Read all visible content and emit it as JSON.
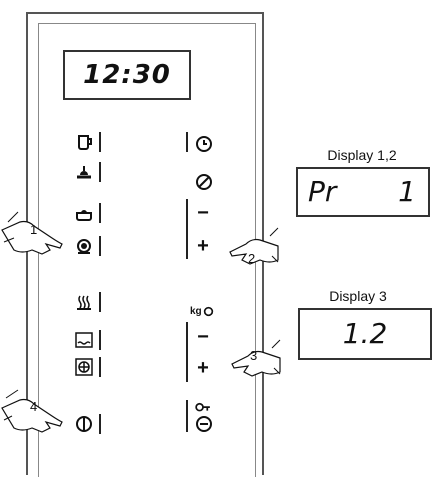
{
  "main_display": {
    "time": "12:30"
  },
  "display_12": {
    "label": "Display 1,2",
    "left": "Pr",
    "right": "1"
  },
  "display_3": {
    "label": "Display 3",
    "value": "1.2"
  },
  "left_keys": [
    {
      "icon": "defrost-jug-icon"
    },
    {
      "icon": "plate-icon"
    },
    {
      "icon": "pot-icon"
    },
    {
      "icon": "grill-icon"
    },
    {
      "icon": "steam-icon"
    },
    {
      "icon": "heat-bottom-icon"
    },
    {
      "icon": "fan-icon"
    },
    {
      "icon": "power-icon"
    }
  ],
  "right_keys": [
    {
      "icon": "clock-icon"
    },
    {
      "icon": "timer-icon"
    },
    {
      "icon": "minus-icon",
      "label": "−"
    },
    {
      "icon": "plus-icon",
      "label": "+"
    },
    {
      "icon": "kg-icon",
      "label": "kg"
    },
    {
      "icon": "minus-icon",
      "label": "−"
    },
    {
      "icon": "plus-icon",
      "label": "+"
    },
    {
      "icon": "start-icon"
    }
  ],
  "callouts": {
    "c1": "1",
    "c2": "2",
    "c3": "3",
    "c4": "4"
  }
}
